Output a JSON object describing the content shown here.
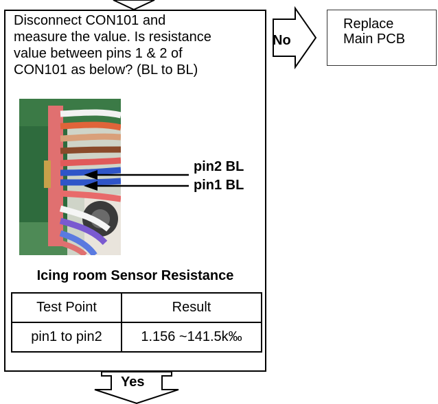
{
  "question": [
    "Disconnect CON101 and",
    "measure the value. Is resistance",
    "value between pins 1 & 2 of",
    "CON101 as below?  (BL to BL)"
  ],
  "pins": {
    "pin2": "pin2 BL",
    "pin1": "pin1 BL"
  },
  "table": {
    "title": "Icing room Sensor Resistance",
    "headers": [
      "Test Point",
      "Result"
    ],
    "rows": [
      [
        "pin1 to pin2",
        "1.156 ~141.5k‰"
      ]
    ]
  },
  "no_branch": {
    "label": "No",
    "action": [
      "Replace",
      "Main PCB"
    ]
  },
  "yes_branch": {
    "label": "Yes"
  }
}
